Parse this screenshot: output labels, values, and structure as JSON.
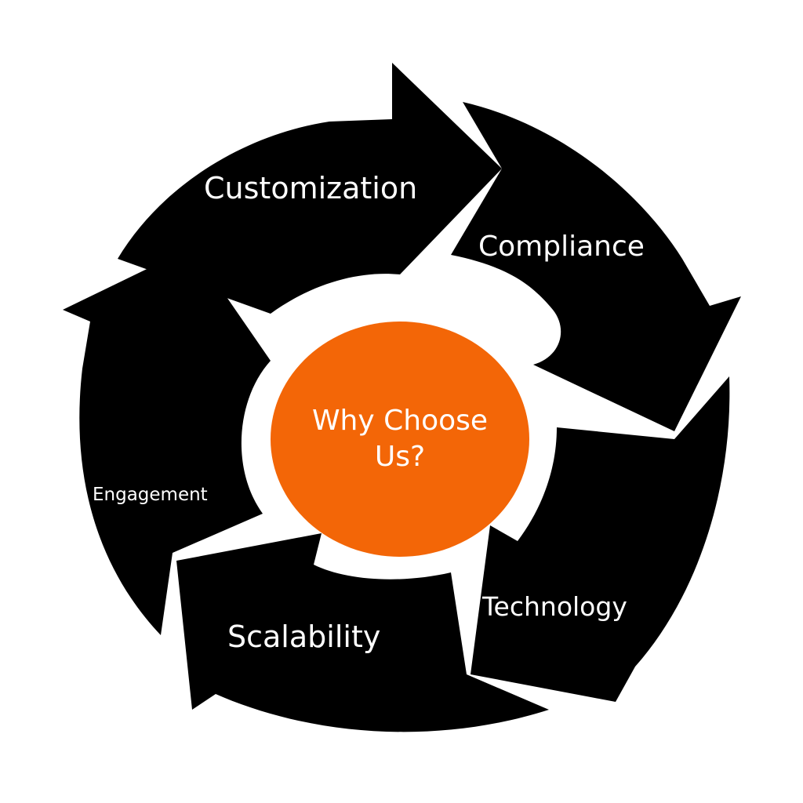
{
  "diagram": {
    "center": {
      "title": "Why Choose Us?",
      "color": "#f36607"
    },
    "segment_color": "#000000",
    "background": "#ffffff",
    "segments": [
      {
        "label": "Customization"
      },
      {
        "label": "Compliance"
      },
      {
        "label": "Technology"
      },
      {
        "label": "Scalability"
      },
      {
        "label": "Engagement"
      }
    ]
  }
}
